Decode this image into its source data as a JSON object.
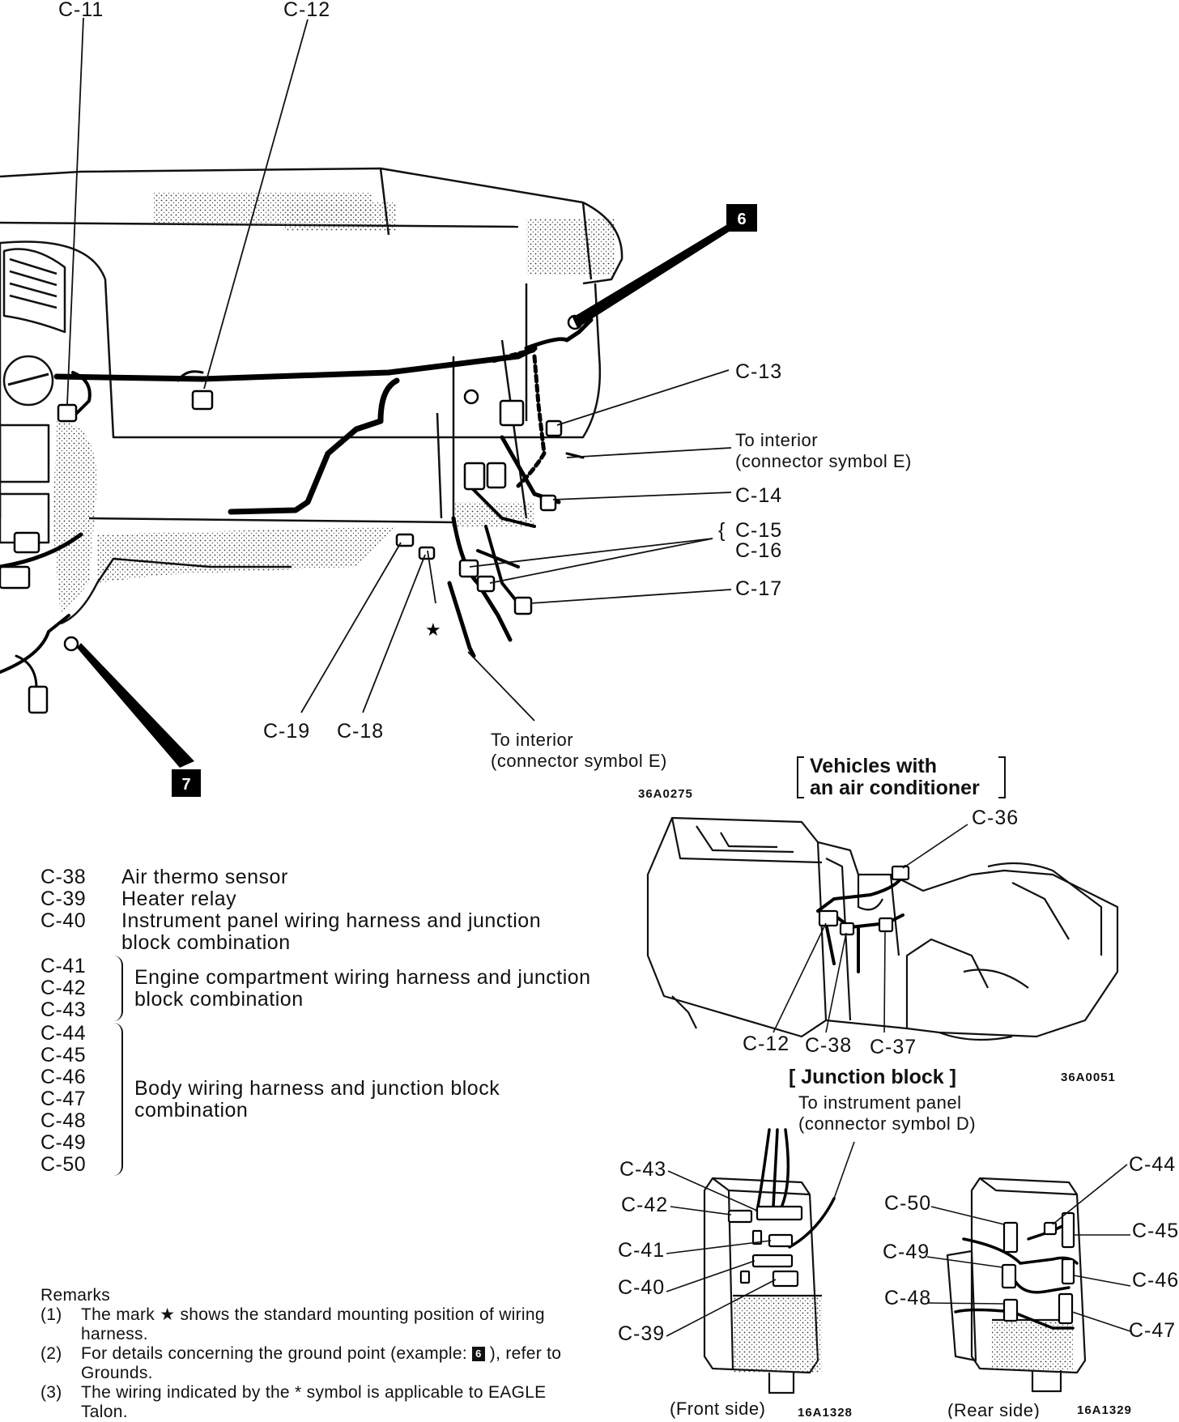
{
  "callouts": {
    "c11": "C-11",
    "c12": "C-12",
    "c13": "C-13",
    "c14": "C-14",
    "c15": "C-15",
    "c16": "C-16",
    "c17": "C-17",
    "c18": "C-18",
    "c19": "C-19",
    "to_interior_1": "To interior",
    "connector_e_1": "(connector symbol E)",
    "to_interior_2": "To interior",
    "connector_e_2": "(connector symbol E)",
    "star": "★"
  },
  "ground_markers": {
    "m6": "6",
    "m7": "7"
  },
  "figure_codes": {
    "main": "36A0275",
    "ac": "36A0051",
    "front": "16A1328",
    "rear": "16A1329"
  },
  "ac_section": {
    "title_line1": "Vehicles with",
    "title_line2": "an air conditioner",
    "c36": "C-36",
    "c12": "C-12",
    "c38": "C-38",
    "c37": "C-37"
  },
  "junction_block": {
    "title": "[ Junction block ]",
    "to_panel_line1": "To instrument panel",
    "to_panel_line2": "(connector symbol D)",
    "front_labels": [
      "C-43",
      "C-42",
      "C-41",
      "C-40",
      "C-39"
    ],
    "rear_left_labels": [
      "C-50",
      "C-49",
      "C-48"
    ],
    "rear_right_labels": [
      "C-44",
      "C-45",
      "C-46",
      "C-47"
    ],
    "front_caption": "(Front side)",
    "rear_caption": "(Rear side)"
  },
  "legend": {
    "items": [
      {
        "code": "C-38",
        "desc": "Air thermo sensor"
      },
      {
        "code": "C-39",
        "desc": "Heater relay"
      },
      {
        "code": "C-40",
        "desc": "Instrument panel wiring harness and junction block combination"
      }
    ],
    "group1": {
      "codes": [
        "C-41",
        "C-42",
        "C-43"
      ],
      "desc": "Engine compartment wiring harness and junction block combination"
    },
    "group2": {
      "codes": [
        "C-44",
        "C-45",
        "C-46",
        "C-47",
        "C-48",
        "C-49",
        "C-50"
      ],
      "desc": "Body wiring harness and junction block combination"
    }
  },
  "remarks": {
    "title": "Remarks",
    "items": [
      {
        "num": "(1)",
        "text": "The mark ★ shows the standard mounting position of wiring harness."
      },
      {
        "num": "(2)",
        "text_before": "For details concerning the ground point (example:",
        "marker": "6",
        "text_after": "), refer to Grounds."
      },
      {
        "num": "(3)",
        "text": "The wiring indicated by the * symbol is applicable to EAGLE Talon."
      }
    ]
  }
}
